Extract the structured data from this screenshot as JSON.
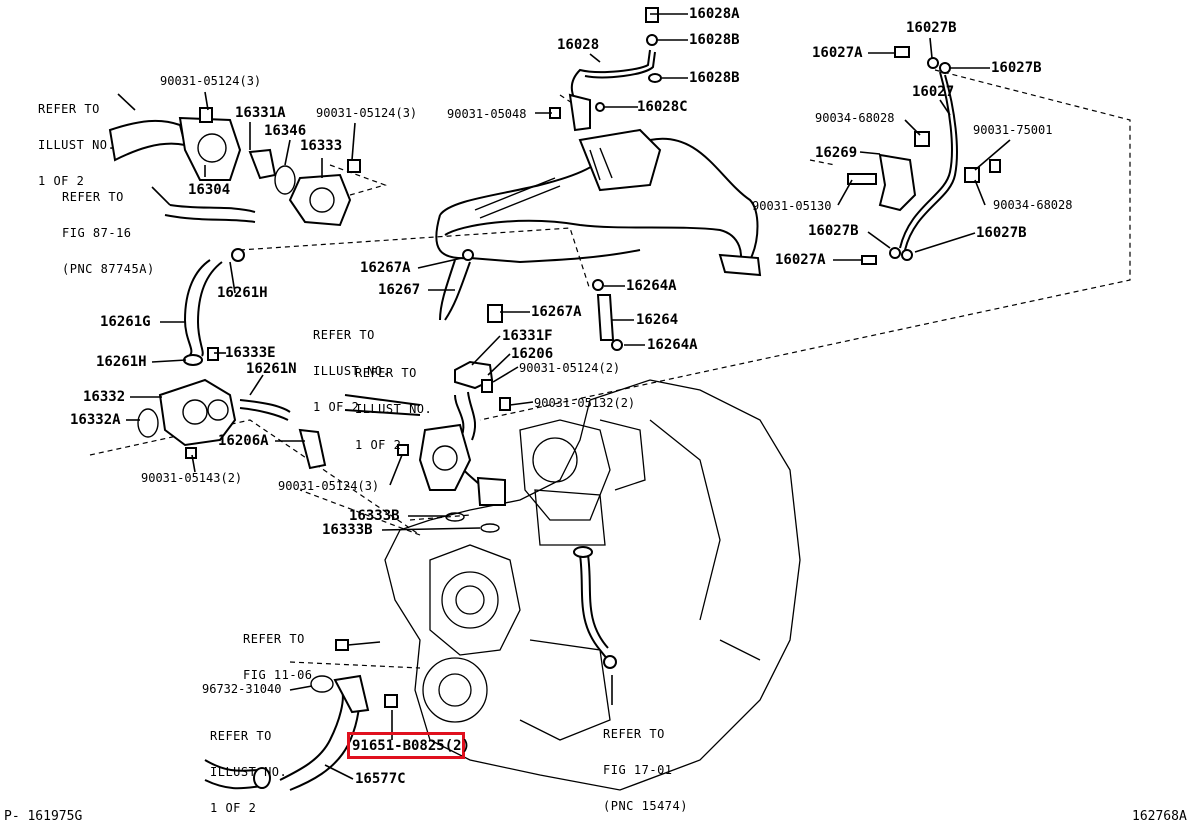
{
  "diagram": {
    "corner_left": "P- 161975G",
    "corner_right": "162768A",
    "highlight_color": "#e0101e",
    "highlighted_label": "91651-B0825(2)",
    "callouts": {
      "c16028A": "16028A",
      "c16028B_1": "16028B",
      "c16028": "16028",
      "c16028B_2": "16028B",
      "c16028C": "16028C",
      "c90031_05048": "90031-05048",
      "c16027B_top": "16027B",
      "c16027A_top": "16027A",
      "c16027B_right": "16027B",
      "c16027": "16027",
      "c90034_68028_1": "90034-68028",
      "c90031_75001": "90031-75001",
      "c16269": "16269",
      "c90031_05130": "90031-05130",
      "c90034_68028_2": "90034-68028",
      "c16027B_low": "16027B",
      "c16027B_low2": "16027B",
      "c16027A_low": "16027A",
      "c90031_05124_a": "90031-05124(3)",
      "c16331A": "16331A",
      "c16346": "16346",
      "c90031_05124_b": "90031-05124(3)",
      "c16333": "16333",
      "c16304": "16304",
      "c16267A_1": "16267A",
      "c16267": "16267",
      "c16261H_1": "16261H",
      "c16267A_2": "16267A",
      "c16264A_1": "16264A",
      "c16261G": "16261G",
      "c16264": "16264",
      "c16331F": "16331F",
      "c16264A_2": "16264A",
      "c16261H_2": "16261H",
      "c16333E": "16333E",
      "c16206": "16206",
      "c16261N": "16261N",
      "c90031_05124_c": "90031-05124(2)",
      "c16332": "16332",
      "c90031_05132": "90031-05132(2)",
      "c16332A": "16332A",
      "c16206A": "16206A",
      "c90031_05143": "90031-05143(2)",
      "c90031_05124_d": "90031-05124(3)",
      "c16333B_1": "16333B",
      "c16333B_2": "16333B",
      "c96732_31040": "96732-31040",
      "c91651_B0825": "91651-B0825(2)",
      "c16577C": "16577C"
    },
    "refs": {
      "ref1": [
        "REFER TO",
        "ILLUST NO.",
        "1 OF 2"
      ],
      "ref2": [
        "REFER TO",
        "FIG 87-16",
        "(PNC 87745A)"
      ],
      "ref3": [
        "REFER TO",
        "ILLUST NO.",
        "1 OF 2"
      ],
      "ref4": [
        "REFER TO",
        "ILLUST NO.",
        "1 OF 2"
      ],
      "ref5": [
        "REFER TO",
        "FIG 11-06"
      ],
      "ref6": [
        "REFER TO",
        "ILLUST NO.",
        "1 OF 2"
      ],
      "ref7": [
        "REFER TO",
        "FIG 17-01",
        "(PNC 15474)"
      ]
    }
  }
}
